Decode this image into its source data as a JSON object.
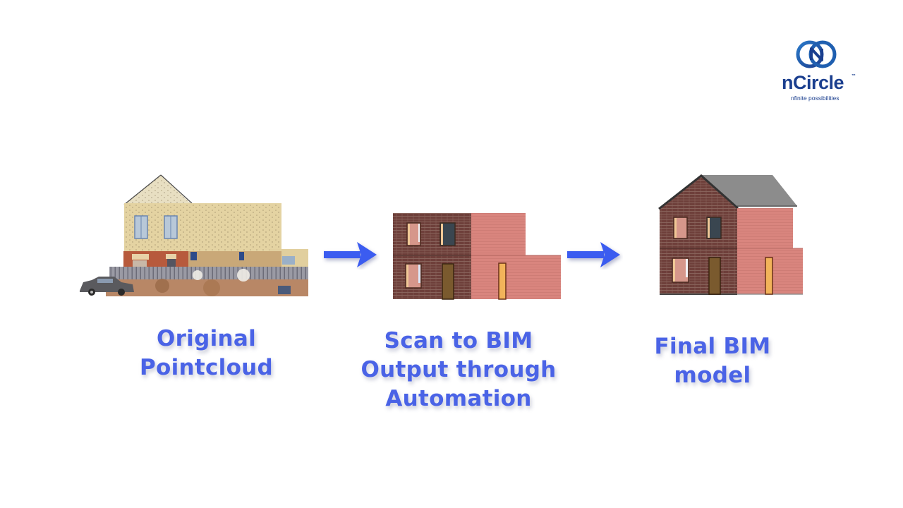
{
  "logo": {
    "name": "nCircle",
    "trademark": "™",
    "tagline": "nfinite possibilities",
    "brand_color": "#1b3f8f"
  },
  "steps": [
    {
      "id": "pointcloud",
      "image": "pointcloud-house-image",
      "caption_lines": [
        "Original",
        "Pointcloud"
      ]
    },
    {
      "id": "scan-to-bim",
      "image": "scan-to-bim-house-image",
      "caption_lines": [
        "Scan to BIM",
        "Output through",
        "Automation"
      ]
    },
    {
      "id": "final-bim",
      "image": "final-bim-house-image",
      "caption_lines": [
        "Final BIM",
        "model"
      ]
    }
  ],
  "arrows": [
    {
      "icon": "arrow-right-icon",
      "from": "pointcloud",
      "to": "scan-to-bim"
    },
    {
      "icon": "arrow-right-icon",
      "from": "scan-to-bim",
      "to": "final-bim"
    }
  ],
  "colors": {
    "caption": "#4a63e6",
    "arrow": "#3b5cf0",
    "dark_brick": "#6e3f3a",
    "light_brick": "#d98a84",
    "roof": "#8c8c8c",
    "door_brown": "#7a5a2e",
    "door_orange": "#f2b35a"
  }
}
